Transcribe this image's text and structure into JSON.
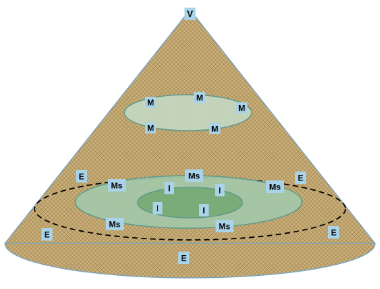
{
  "colors": {
    "cone_fill": "#c9b07c",
    "cone_texture": "#a88a52",
    "cone_outline": "#6fa3c8",
    "ellipse_outer": "#c3d9c3",
    "ellipse_middle": "#a3c6a6",
    "ellipse_inner": "#7aac79",
    "ellipse_stroke": "#5d9a8c",
    "label_background": "#a9d3e8",
    "dashed_stroke": "#000000"
  },
  "labels": {
    "apex": "V",
    "upper_ring": [
      "M",
      "M",
      "M",
      "M",
      "M"
    ],
    "middle_ring": [
      "Ms",
      "Ms",
      "Ms",
      "Ms",
      "Ms"
    ],
    "inner_ring": [
      "I",
      "I",
      "I",
      "I"
    ],
    "outer_ring": [
      "E",
      "E",
      "E",
      "E",
      "E"
    ]
  }
}
